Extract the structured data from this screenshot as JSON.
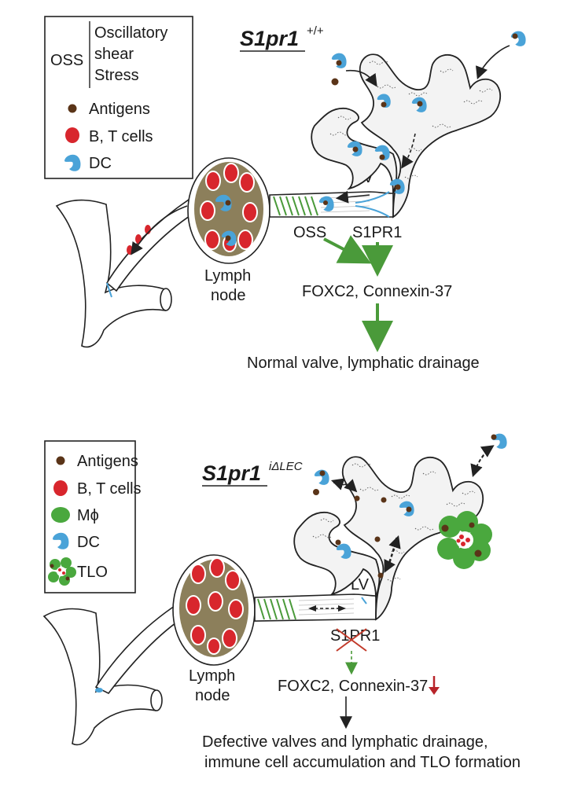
{
  "top_panel": {
    "title": "S1pr1",
    "title_superscript": "+/+",
    "legend": {
      "oss_abbrev": "OSS",
      "oss_lines": [
        "Oscillatory",
        "shear",
        "Stress"
      ],
      "items": [
        {
          "icon": "antigen-dot",
          "label": "Antigens",
          "color": "#5a3418"
        },
        {
          "icon": "bt-cell",
          "label": "B, T cells",
          "color": "#d8262d"
        },
        {
          "icon": "dendritic-cell",
          "label": "DC",
          "color": "#4aa3d8"
        }
      ]
    },
    "labels": {
      "lv": "LV",
      "oss": "OSS",
      "s1pr1": "S1PR1",
      "lymph_node": [
        "Lymph",
        "node"
      ],
      "foxc2": "FOXC2, Connexin-37",
      "outcome": "Normal valve, lymphatic drainage"
    },
    "arrow_color": "#4a9a3a"
  },
  "bottom_panel": {
    "title": "S1pr1",
    "title_superscript": "iΔLEC",
    "legend": {
      "items": [
        {
          "icon": "antigen-dot",
          "label": "Antigens",
          "color": "#5a3418"
        },
        {
          "icon": "bt-cell",
          "label": "B, T cells",
          "color": "#d8262d"
        },
        {
          "icon": "macrophage",
          "label": "Mϕ",
          "color": "#4aa83e"
        },
        {
          "icon": "dendritic-cell",
          "label": "DC",
          "color": "#4aa3d8"
        },
        {
          "icon": "tlo-cluster",
          "label": "TLO",
          "color": "#4aa83e"
        }
      ]
    },
    "labels": {
      "lv": "LV",
      "s1pr1": "S1PR1",
      "lymph_node": [
        "Lymph",
        "node"
      ],
      "foxc2": "FOXC2, Connexin-37",
      "outcome_lines": [
        "Defective valves and lymphatic drainage,",
        "immune cell accumulation and TLO formation"
      ]
    },
    "cross_color": "#c23a2a",
    "down_arrow_color": "#b8242a"
  },
  "colors": {
    "lymph_node_fill": "#8c7f5b",
    "valve_green": "#4a9a3a",
    "dc_blue": "#4aa3d8",
    "antigen_brown": "#5a3418",
    "cell_red": "#d8262d"
  }
}
